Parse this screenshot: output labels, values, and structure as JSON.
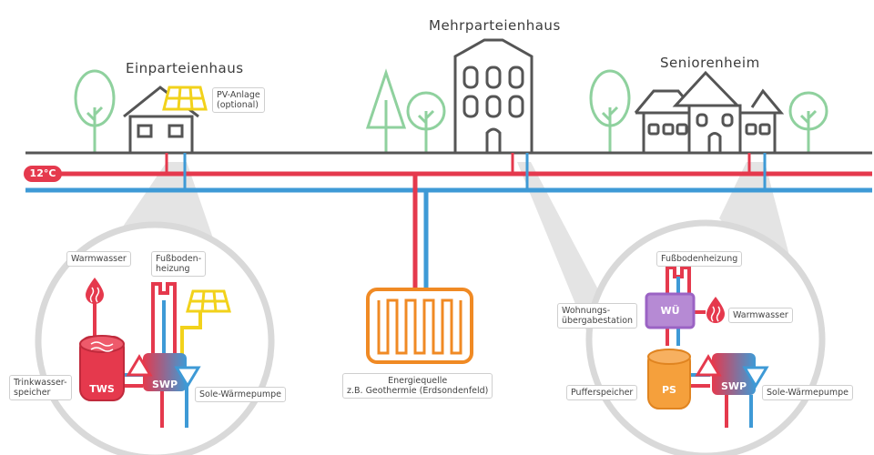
{
  "colors": {
    "warm": "#e5394d",
    "cold": "#3e9ad6",
    "ground": "#555555",
    "tree": "#8fd19e",
    "pv": "#f2d21b",
    "source": "#f08a24",
    "wu": "#9b63c4",
    "circle": "#d9d9d9"
  },
  "buildings": {
    "single": "Einparteienhaus",
    "multi": "Mehrparteienhaus",
    "senior": "Seniorenheim"
  },
  "temperature": "12°C",
  "pv_label": [
    "PV-Anlage",
    "(optional)"
  ],
  "source_label": [
    "Energiequelle",
    "z.B. Geothermie (Erdsondenfeld)"
  ],
  "left_detail": {
    "warmwasser": "Warmwasser",
    "fussboden": [
      "Fußboden-",
      "heizung"
    ],
    "trinkwasser": [
      "Trinkwasser-",
      "speicher"
    ],
    "sole": "Sole-Wärmepumpe",
    "tws": "TWS",
    "swp": "SWP"
  },
  "right_detail": {
    "fussboden": "Fußbodenheizung",
    "wohnung": [
      "Wohnungs-",
      "übergabestation"
    ],
    "warmwasser": "Warmwasser",
    "puffer": "Pufferspeicher",
    "sole": "Sole-Wärmepumpe",
    "wu": "WÜ",
    "ps": "PS",
    "swp": "SWP"
  }
}
